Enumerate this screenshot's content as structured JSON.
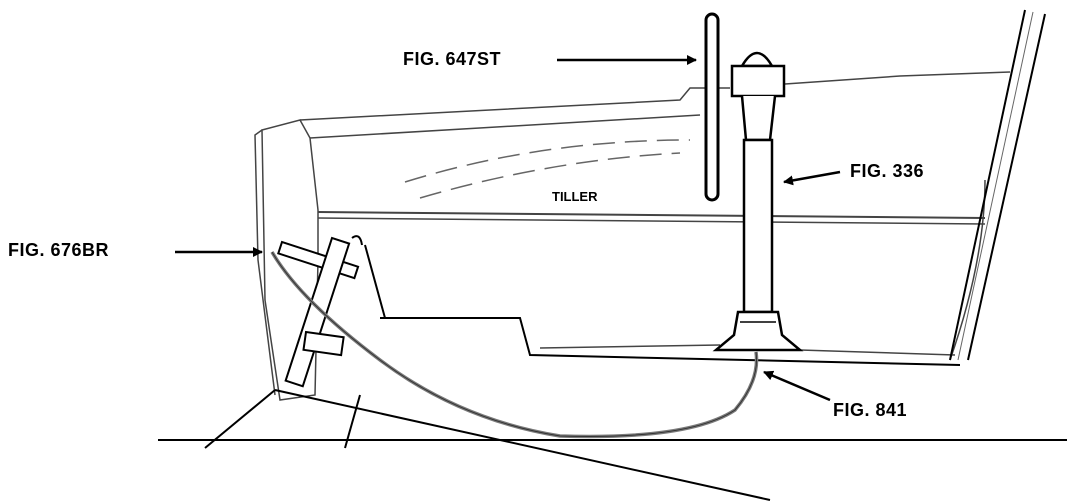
{
  "labels": {
    "fig_647st": "FIG. 647ST",
    "fig_336": "FIG. 336",
    "fig_676br": "FIG. 676BR",
    "fig_841": "FIG. 841",
    "tiller": "TILLER"
  },
  "colors": {
    "ink": "#000000",
    "sketch": "#555555",
    "cable": "#7a7a7a",
    "background": "#ffffff"
  }
}
